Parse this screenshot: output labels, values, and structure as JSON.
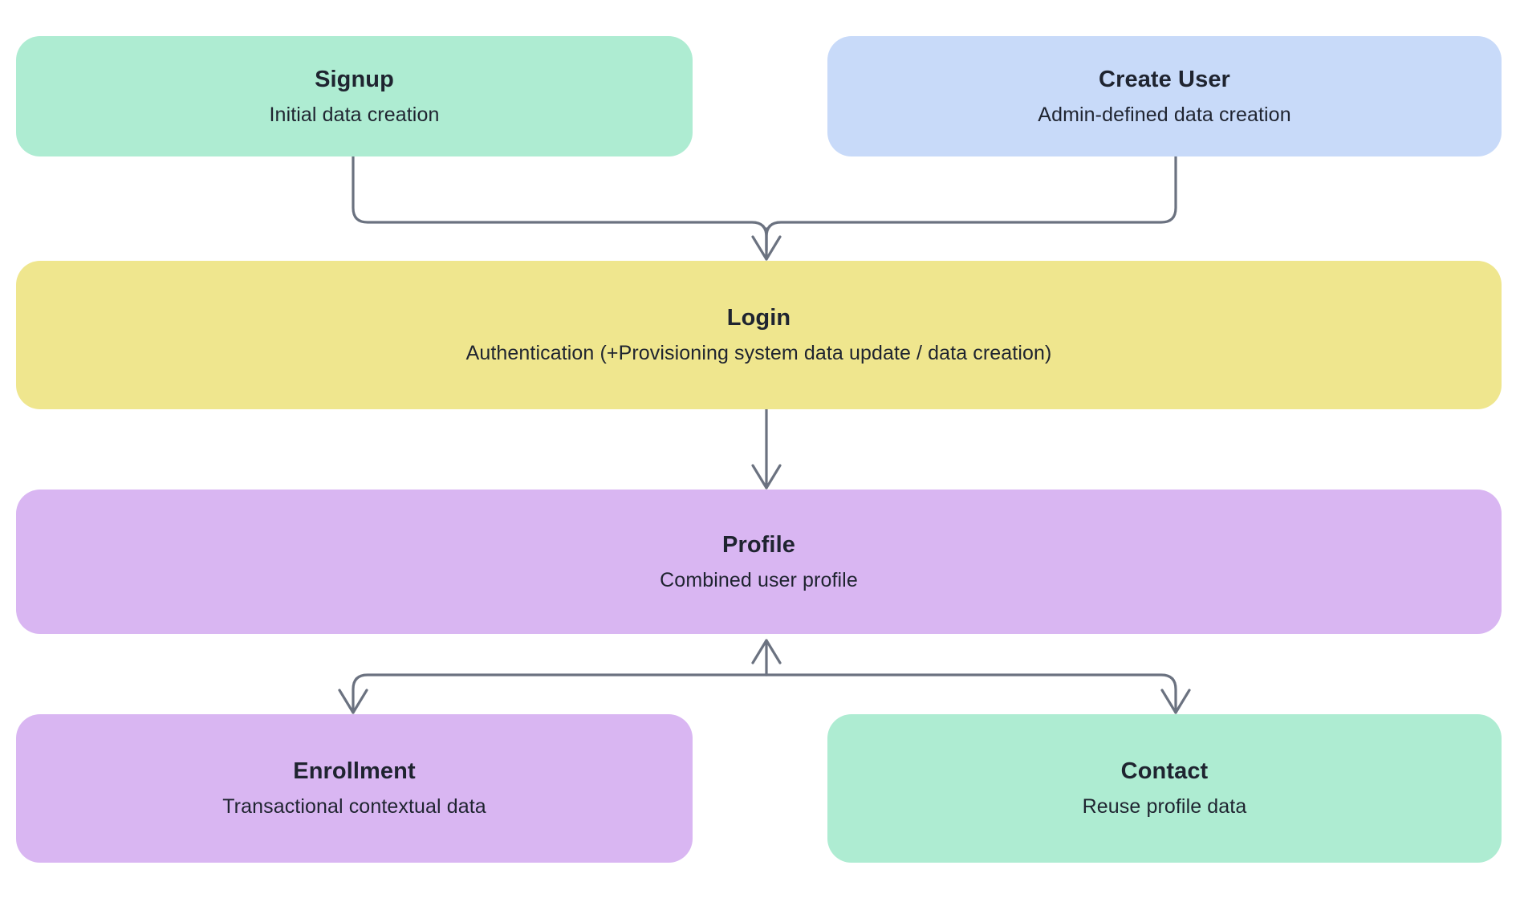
{
  "diagram": {
    "background": "#ffffff",
    "edge_color": "#6b7280",
    "nodes": [
      {
        "id": "signup",
        "title": "Signup",
        "subtitle": "Initial data creation",
        "color": "#aeecd2"
      },
      {
        "id": "create-user",
        "title": "Create User",
        "subtitle": "Admin-defined data creation",
        "color": "#c8daf9"
      },
      {
        "id": "login",
        "title": "Login",
        "subtitle": "Authentication (+Provisioning system data update / data creation)",
        "color": "#efe68e"
      },
      {
        "id": "profile",
        "title": "Profile",
        "subtitle": "Combined user profile",
        "color": "#d9b6f2"
      },
      {
        "id": "enrollment",
        "title": "Enrollment",
        "subtitle": "Transactional contextual data",
        "color": "#d9b6f2"
      },
      {
        "id": "contact",
        "title": "Contact",
        "subtitle": "Reuse profile data",
        "color": "#aeecd2"
      }
    ],
    "edges": [
      {
        "id": "signup-to-login",
        "from": "signup",
        "to": "login",
        "arrow": "down"
      },
      {
        "id": "create-user-to-login",
        "from": "create-user",
        "to": "login",
        "arrow": "down"
      },
      {
        "id": "login-to-profile",
        "from": "login",
        "to": "profile",
        "arrow": "down"
      },
      {
        "id": "profile-to-enrollment",
        "from": "profile",
        "to": "enrollment",
        "arrow": "down"
      },
      {
        "id": "profile-to-contact",
        "from": "profile",
        "to": "contact",
        "arrow": "down"
      },
      {
        "id": "enrollment-contact-to-profile",
        "from": "enrollment",
        "to": "profile",
        "arrow": "up"
      }
    ]
  }
}
